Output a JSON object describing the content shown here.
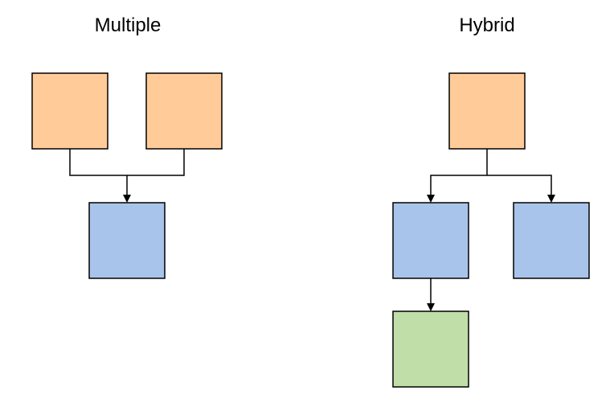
{
  "titles": {
    "multiple": "Multiple",
    "hybrid": "Hybrid"
  },
  "colors": {
    "orange": "#ffcc99",
    "blue": "#a9c4eb",
    "green": "#c0dfa8",
    "line": "#000000"
  },
  "multiple": {
    "nodes": [
      {
        "name": "multiple-source-box-left",
        "color": "orange"
      },
      {
        "name": "multiple-source-box-right",
        "color": "orange"
      },
      {
        "name": "multiple-target-box",
        "color": "blue"
      }
    ],
    "edges": [
      {
        "from": "multiple-source-box-left",
        "to": "multiple-target-box"
      },
      {
        "from": "multiple-source-box-right",
        "to": "multiple-target-box"
      }
    ]
  },
  "hybrid": {
    "nodes": [
      {
        "name": "hybrid-source-box",
        "color": "orange"
      },
      {
        "name": "hybrid-middle-box-left",
        "color": "blue"
      },
      {
        "name": "hybrid-middle-box-right",
        "color": "blue"
      },
      {
        "name": "hybrid-bottom-box",
        "color": "green"
      }
    ],
    "edges": [
      {
        "from": "hybrid-source-box",
        "to": "hybrid-middle-box-left"
      },
      {
        "from": "hybrid-source-box",
        "to": "hybrid-middle-box-right"
      },
      {
        "from": "hybrid-middle-box-left",
        "to": "hybrid-bottom-box"
      }
    ]
  }
}
